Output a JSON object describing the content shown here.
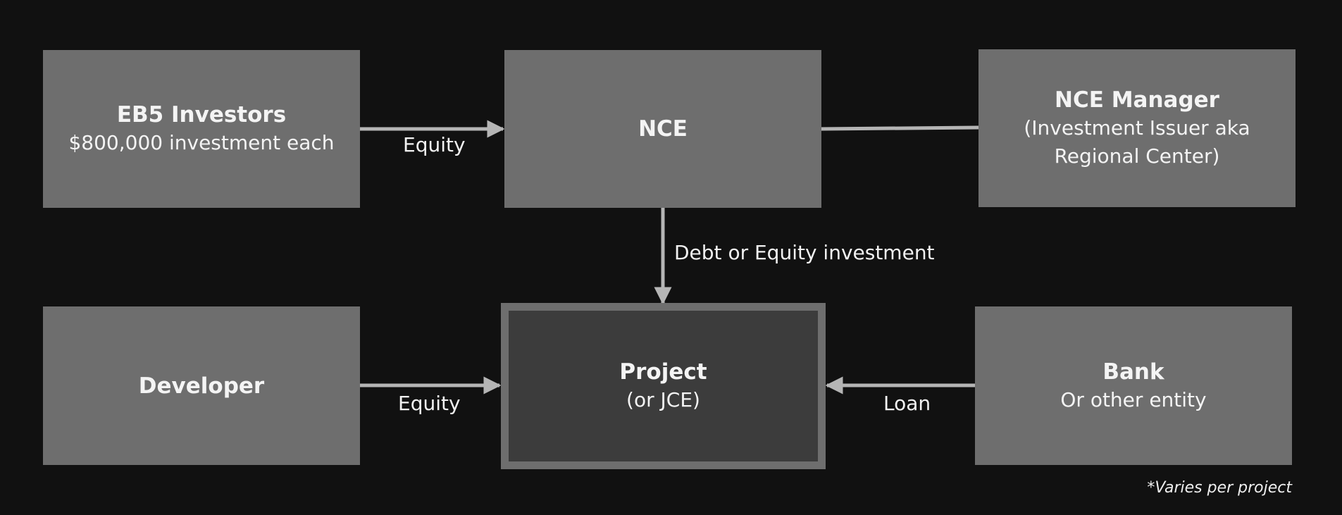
{
  "nodes": {
    "investors": {
      "title": "EB5 Investors",
      "subtitle": "$800,000 investment each"
    },
    "nce": {
      "title": "NCE"
    },
    "manager": {
      "title": "NCE Manager",
      "subtitle_line1": "(Investment Issuer aka",
      "subtitle_line2": "Regional Center)"
    },
    "developer": {
      "title": "Developer"
    },
    "project": {
      "title": "Project",
      "subtitle": "(or JCE)"
    },
    "bank": {
      "title": "Bank",
      "subtitle": "Or other entity"
    }
  },
  "edges": {
    "investors_to_nce": "Equity",
    "nce_to_project": "Debt or Equity investment",
    "developer_to_project": "Equity",
    "bank_to_project": "Loan"
  },
  "footnote": "*Varies per project",
  "colors": {
    "background": "#111111",
    "box": "#6e6e6e",
    "project_box": "#3c3c3c",
    "connector": "#b5b5b5",
    "text": "#f4f4f4"
  }
}
